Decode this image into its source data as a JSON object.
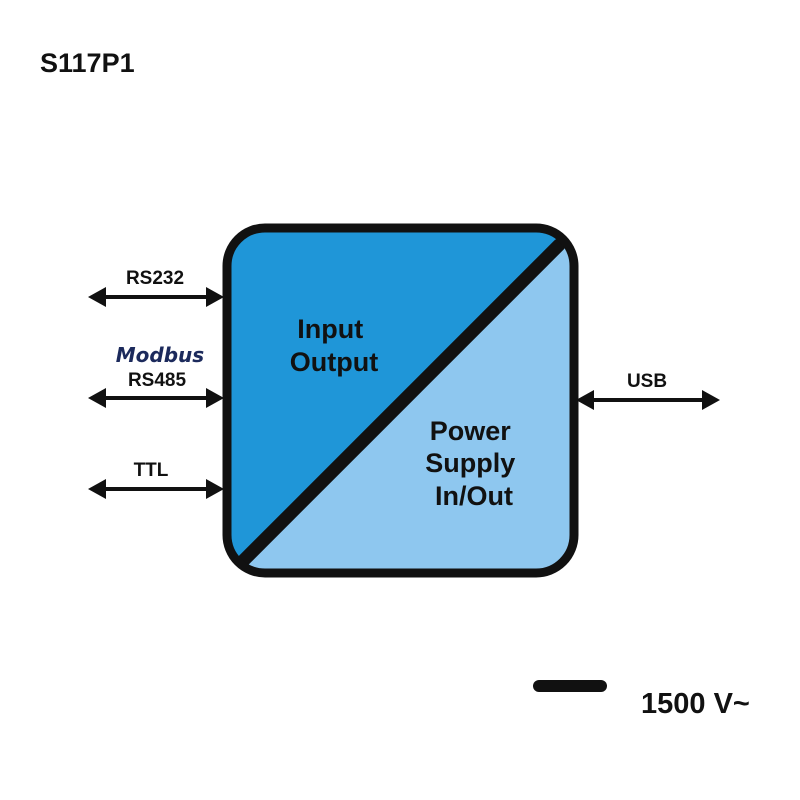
{
  "title": "S117P1",
  "block": {
    "upper_lines": [
      "Input",
      "Output"
    ],
    "lower_lines": [
      "Power",
      "Supply",
      "In/Out"
    ]
  },
  "ports": {
    "left": [
      {
        "label": "RS232"
      },
      {
        "label": "RS485",
        "protocol_logo": "Modbus"
      },
      {
        "label": "TTL"
      }
    ],
    "right": [
      {
        "label": "USB"
      }
    ]
  },
  "isolation": {
    "label": "1500 V~"
  },
  "colors": {
    "upper_region": "#1f96d8",
    "lower_region": "#8ec7ef",
    "outline": "#111111",
    "modbus_text": "#1c2a5c"
  }
}
